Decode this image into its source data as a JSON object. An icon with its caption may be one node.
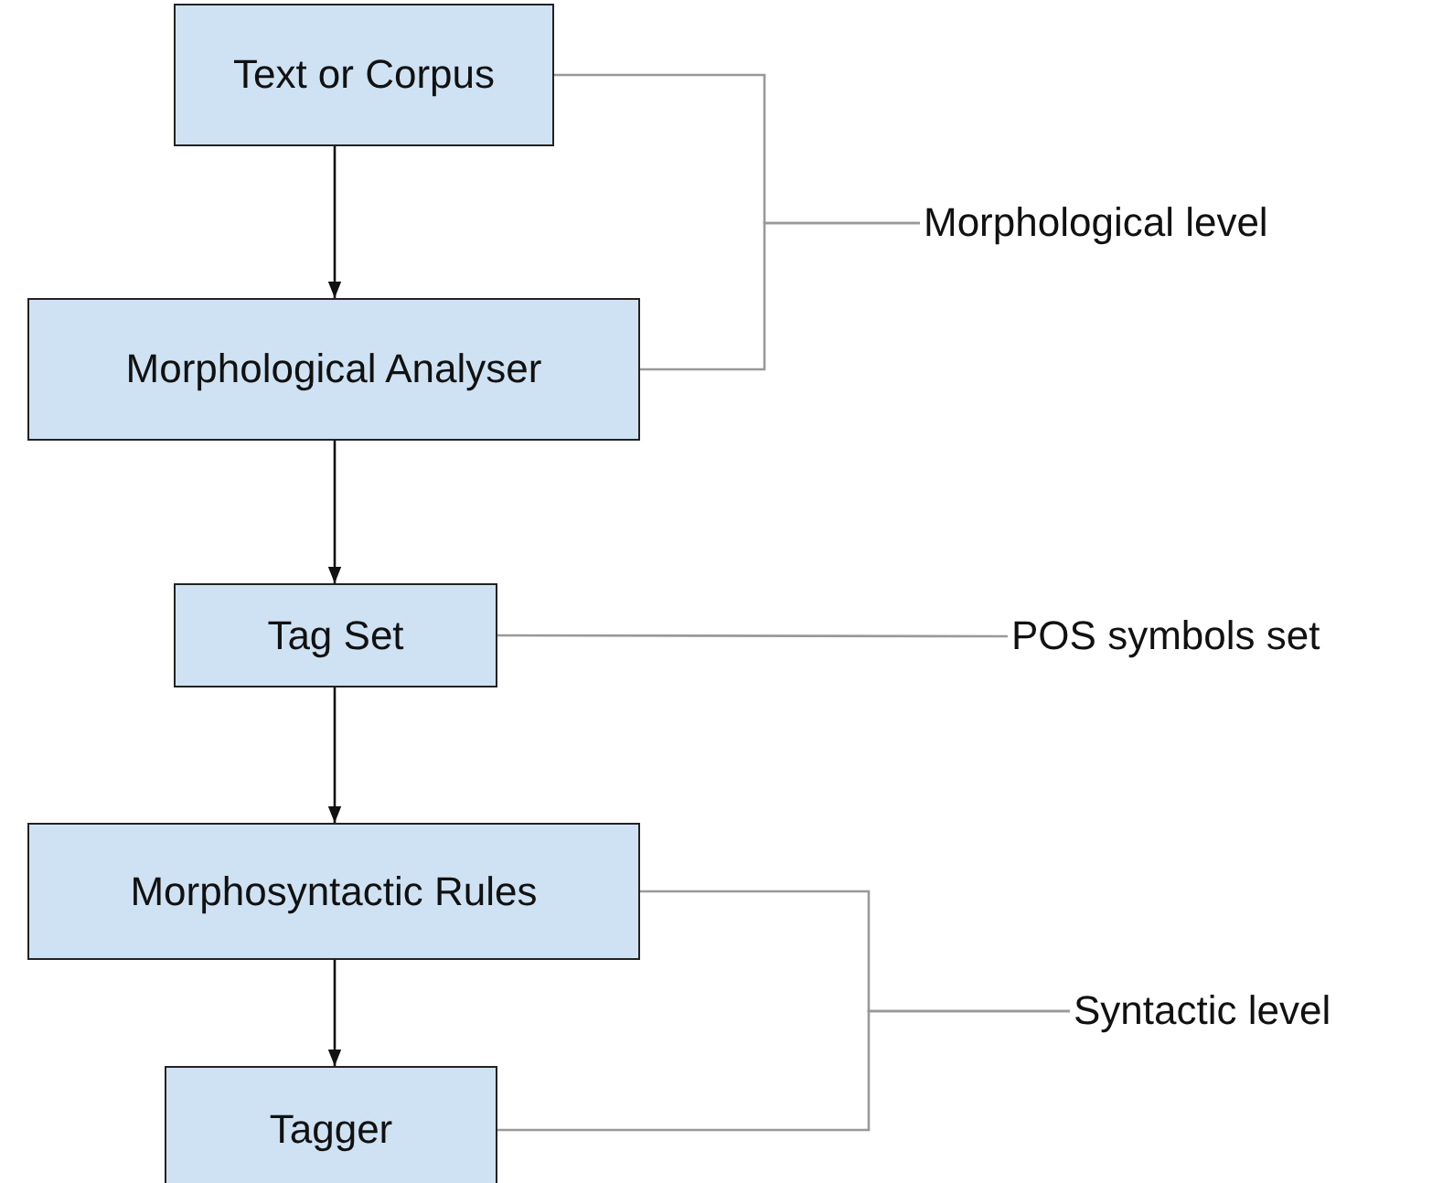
{
  "diagram": {
    "nodes": [
      {
        "text": [
          "Text or Corpus"
        ]
      },
      {
        "text": [
          "Morphological Analyser"
        ]
      },
      {
        "text": [
          "Tag Set"
        ]
      },
      {
        "text": [
          "Morphosyntactic Rules"
        ]
      },
      {
        "text": [
          "Tagger"
        ]
      },
      {
        "text": [
          "Morphological level"
        ]
      },
      {
        "text": [
          "POS symbols set"
        ]
      },
      {
        "text": [
          "Syntactic level"
        ]
      }
    ],
    "edges": [
      {
        "from": 0,
        "to": 1,
        "arrow": "to",
        "color": "#111111"
      },
      {
        "from": 1,
        "to": 2,
        "arrow": "to",
        "color": "#111111"
      },
      {
        "from": 2,
        "to": 3,
        "arrow": "to",
        "color": "#111111"
      },
      {
        "from": 3,
        "to": 4,
        "arrow": "to",
        "color": "#111111"
      },
      {
        "from": 0,
        "to": 5,
        "arrow": "none"
      },
      {
        "from": 1,
        "to": 5,
        "arrow": "none"
      },
      {
        "from": 2,
        "to": 6,
        "arrow": "none"
      },
      {
        "from": 3,
        "to": 7,
        "arrow": "none"
      },
      {
        "from": 4,
        "to": 7,
        "arrow": "none"
      }
    ]
  }
}
